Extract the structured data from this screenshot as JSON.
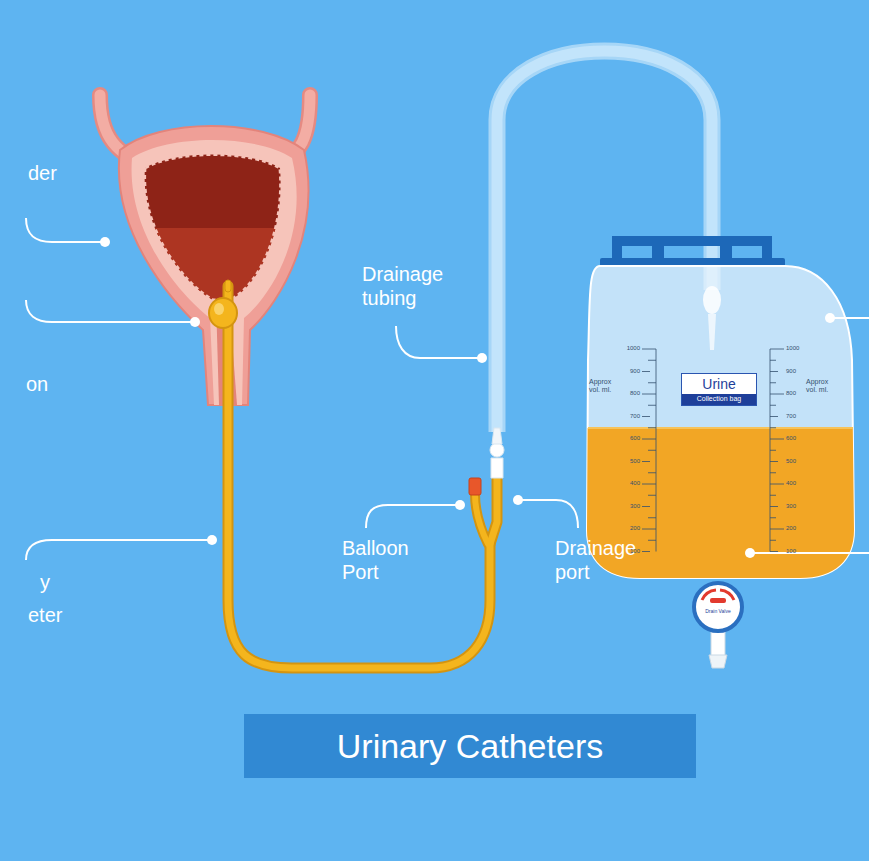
{
  "diagram": {
    "title": "Urinary Catheters",
    "nodes": [
      {
        "text": [
          "Urine",
          "Collection bag"
        ]
      }
    ],
    "labels": [
      "der",
      "on",
      "y",
      "eter",
      "Drainage tubing",
      "Balloon Port",
      "Drainage port",
      "Approx vol. ml.",
      "Approx vol. ml.",
      "Drain Valve",
      "1000",
      "900",
      "800",
      "700",
      "600",
      "500",
      "400",
      "300",
      "200",
      "100",
      "1000",
      "900",
      "800",
      "700",
      "600",
      "500",
      "400",
      "300",
      "200",
      "100"
    ]
  }
}
